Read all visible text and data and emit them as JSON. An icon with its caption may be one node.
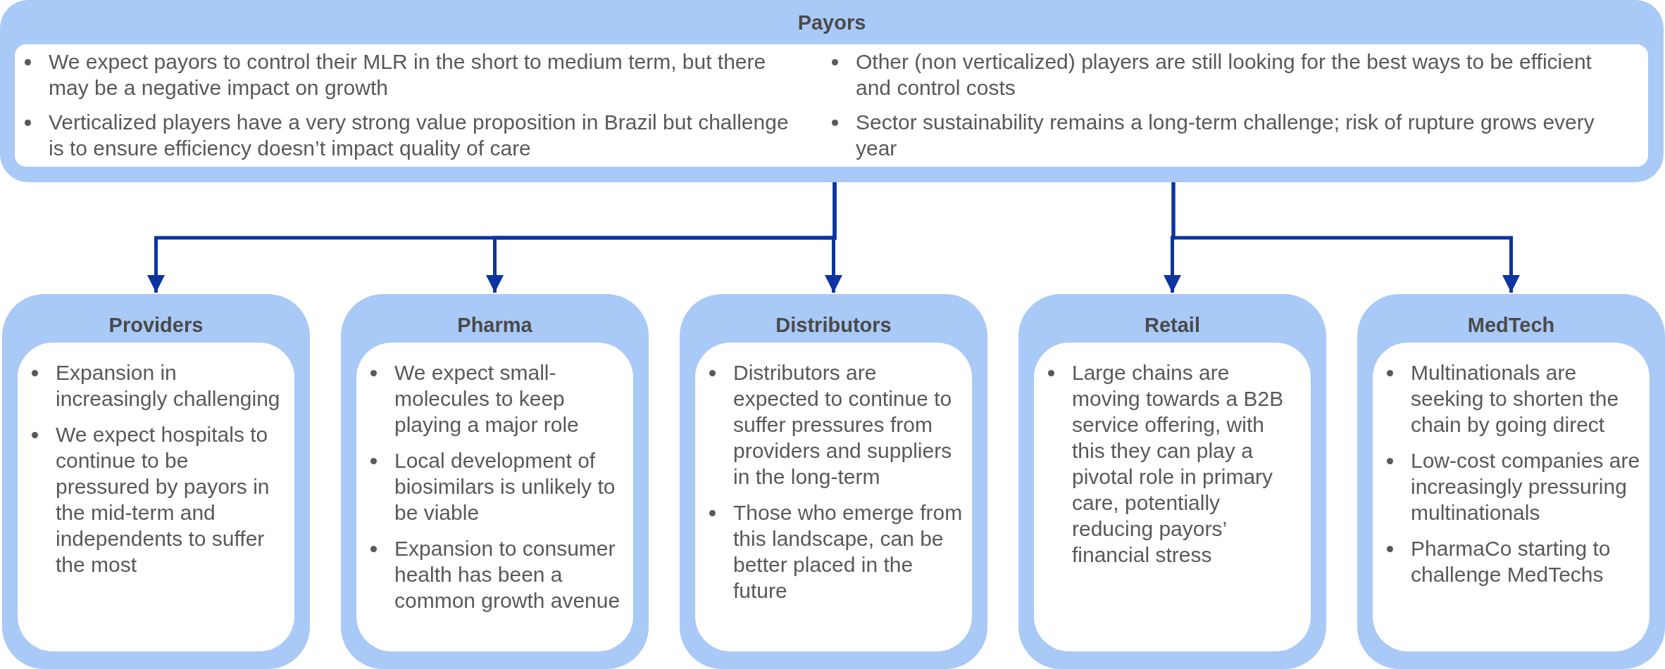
{
  "diagram": {
    "nodes": [
      {
        "text": [
          "Payors",
          "We expect payors to control their MLR in the short to medium term, but there may be a negative impact on growth",
          "Verticalized players have a very strong value proposition in Brazil but challenge is to ensure efficiency doesn’t impact quality of care",
          "Other (non verticalized) players are still looking for the best ways to be efficient and control costs",
          "Sector sustainability remains a long-term challenge; risk of rupture grows every year"
        ]
      },
      {
        "text": [
          "Providers",
          "Expansion in increasingly challenging",
          "We expect hospitals to continue to be pressured by payors in the mid-term and independents to suffer the most"
        ]
      },
      {
        "text": [
          "Pharma",
          "We expect small-molecules to keep playing a major role",
          "Local development of biosimilars is unlikely to be viable",
          "Expansion to consumer health has been a common growth avenue"
        ]
      },
      {
        "text": [
          "Distributors",
          "Distributors are expected to continue to suffer pressures from providers and suppliers in the long-term",
          "Those who emerge from this landscape, can be better placed in the future"
        ]
      },
      {
        "text": [
          "Retail",
          "Large chains are moving towards a B2B service offering, with this they can play a pivotal role in primary care, potentially reducing payors’ financial stress"
        ]
      },
      {
        "text": [
          "MedTech",
          "Multinationals are seeking to shorten the chain by going direct",
          "Low-cost companies are increasingly pressuring multinationals",
          "PharmaCo starting to challenge MedTechs"
        ]
      }
    ],
    "edges": [
      {
        "from": 0,
        "to": 1,
        "arrow": "to"
      },
      {
        "from": 0,
        "to": 2,
        "arrow": "to"
      },
      {
        "from": 0,
        "to": 3,
        "arrow": "to"
      },
      {
        "from": 0,
        "to": 4,
        "arrow": "to"
      },
      {
        "from": 0,
        "to": 5,
        "arrow": "to"
      }
    ]
  }
}
